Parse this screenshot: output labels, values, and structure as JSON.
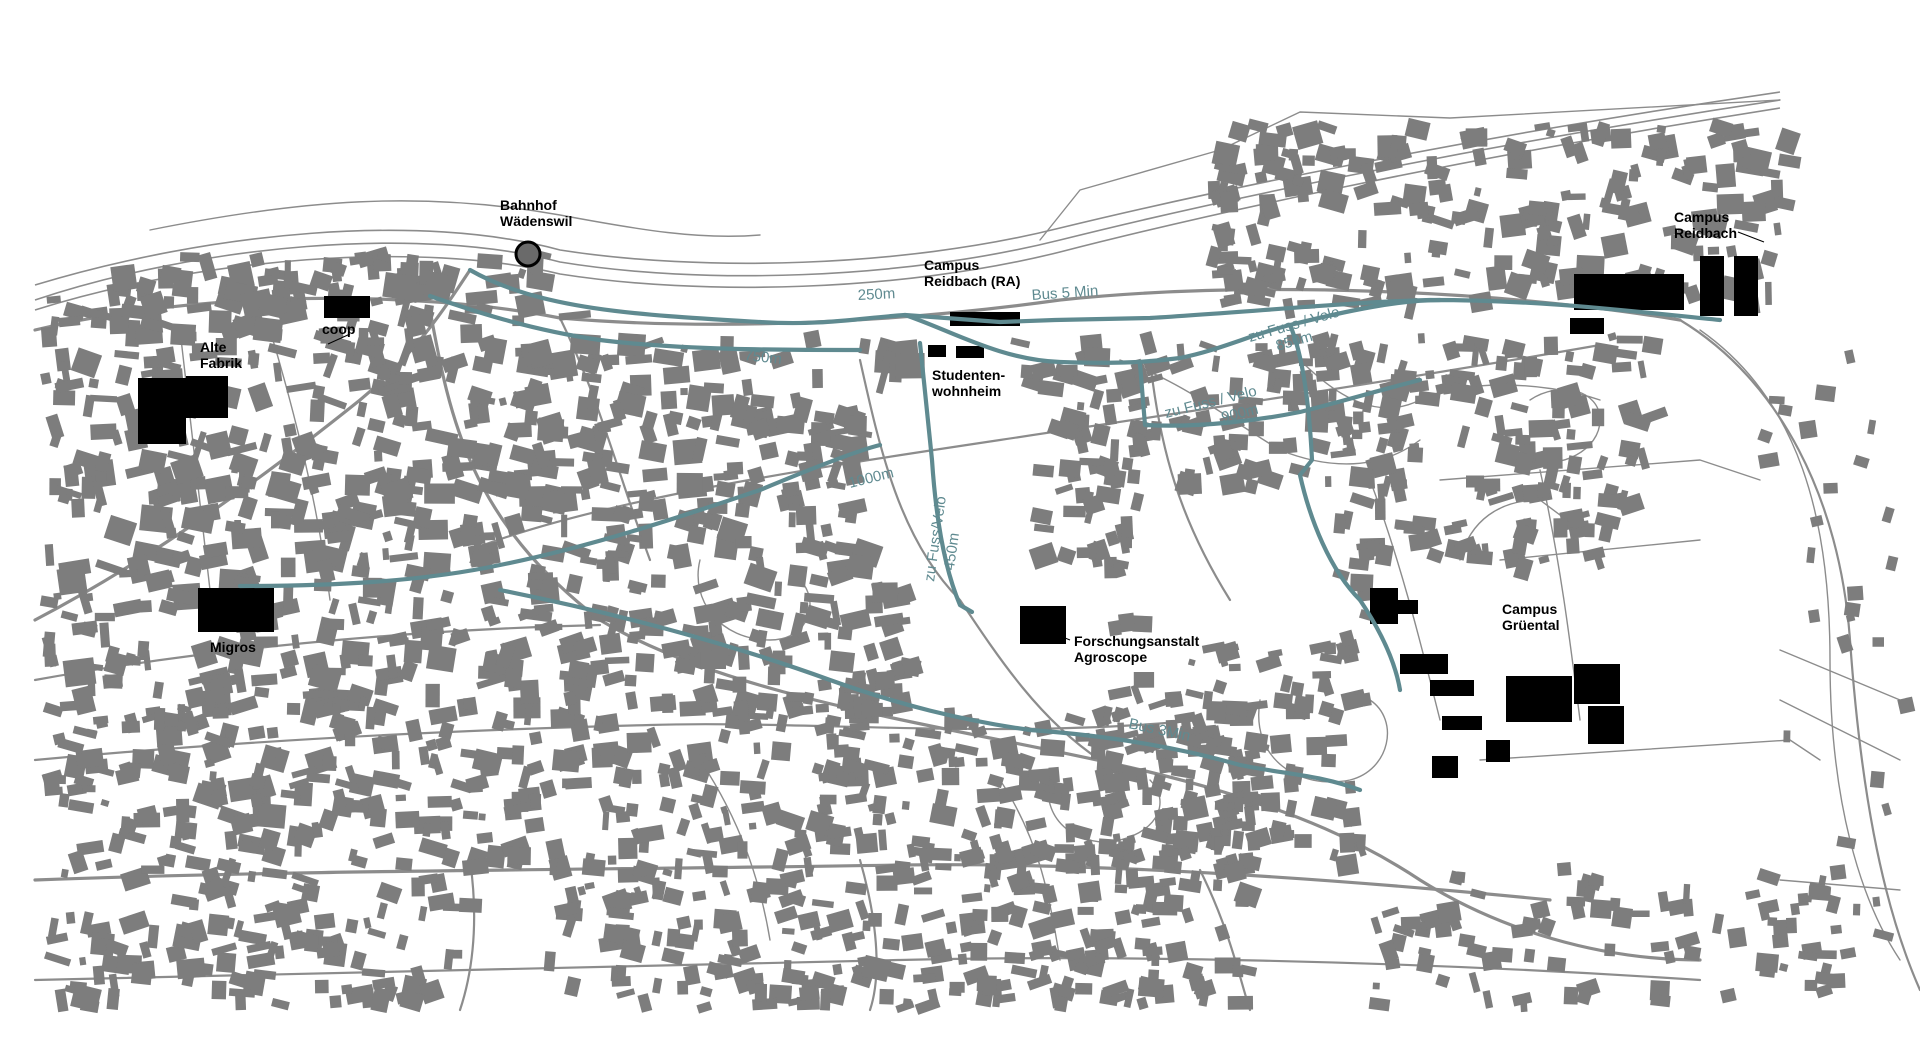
{
  "map": {
    "places": {
      "bahnhof": [
        "Bahnhof",
        "Wädenswil"
      ],
      "alte_fabrik": [
        "Alte",
        "Fabrik"
      ],
      "coop": [
        "coop"
      ],
      "migros": [
        "Migros"
      ],
      "campus_reidbach_ra": [
        "Campus",
        "Reidbach (RA)"
      ],
      "studentenwohnheim": [
        "Studenten-",
        "wohnheim"
      ],
      "forschungsanstalt": [
        "Forschungsanstalt",
        "Agroscope"
      ],
      "campus_reidbach": [
        "Campus",
        "Reidbach"
      ],
      "campus_grueental": [
        "Campus",
        "Grüental"
      ]
    },
    "routes": {
      "r250": "250m",
      "r750": "750m",
      "bus5": "Bus 5 Min",
      "fuss850": [
        "zu Fuss / Velo",
        "850m"
      ],
      "fuss900": [
        "zu Fuss / Velo",
        "900m"
      ],
      "r1000": "1000m",
      "fuss450": [
        "zu Fuss/Velo",
        "450m"
      ],
      "bus3": "Bus 3Min"
    },
    "colors": {
      "route": "#5f8a90",
      "buildings": "#7d7d7d",
      "roads": "#8c8c8c",
      "landmarks": "#000000"
    }
  }
}
